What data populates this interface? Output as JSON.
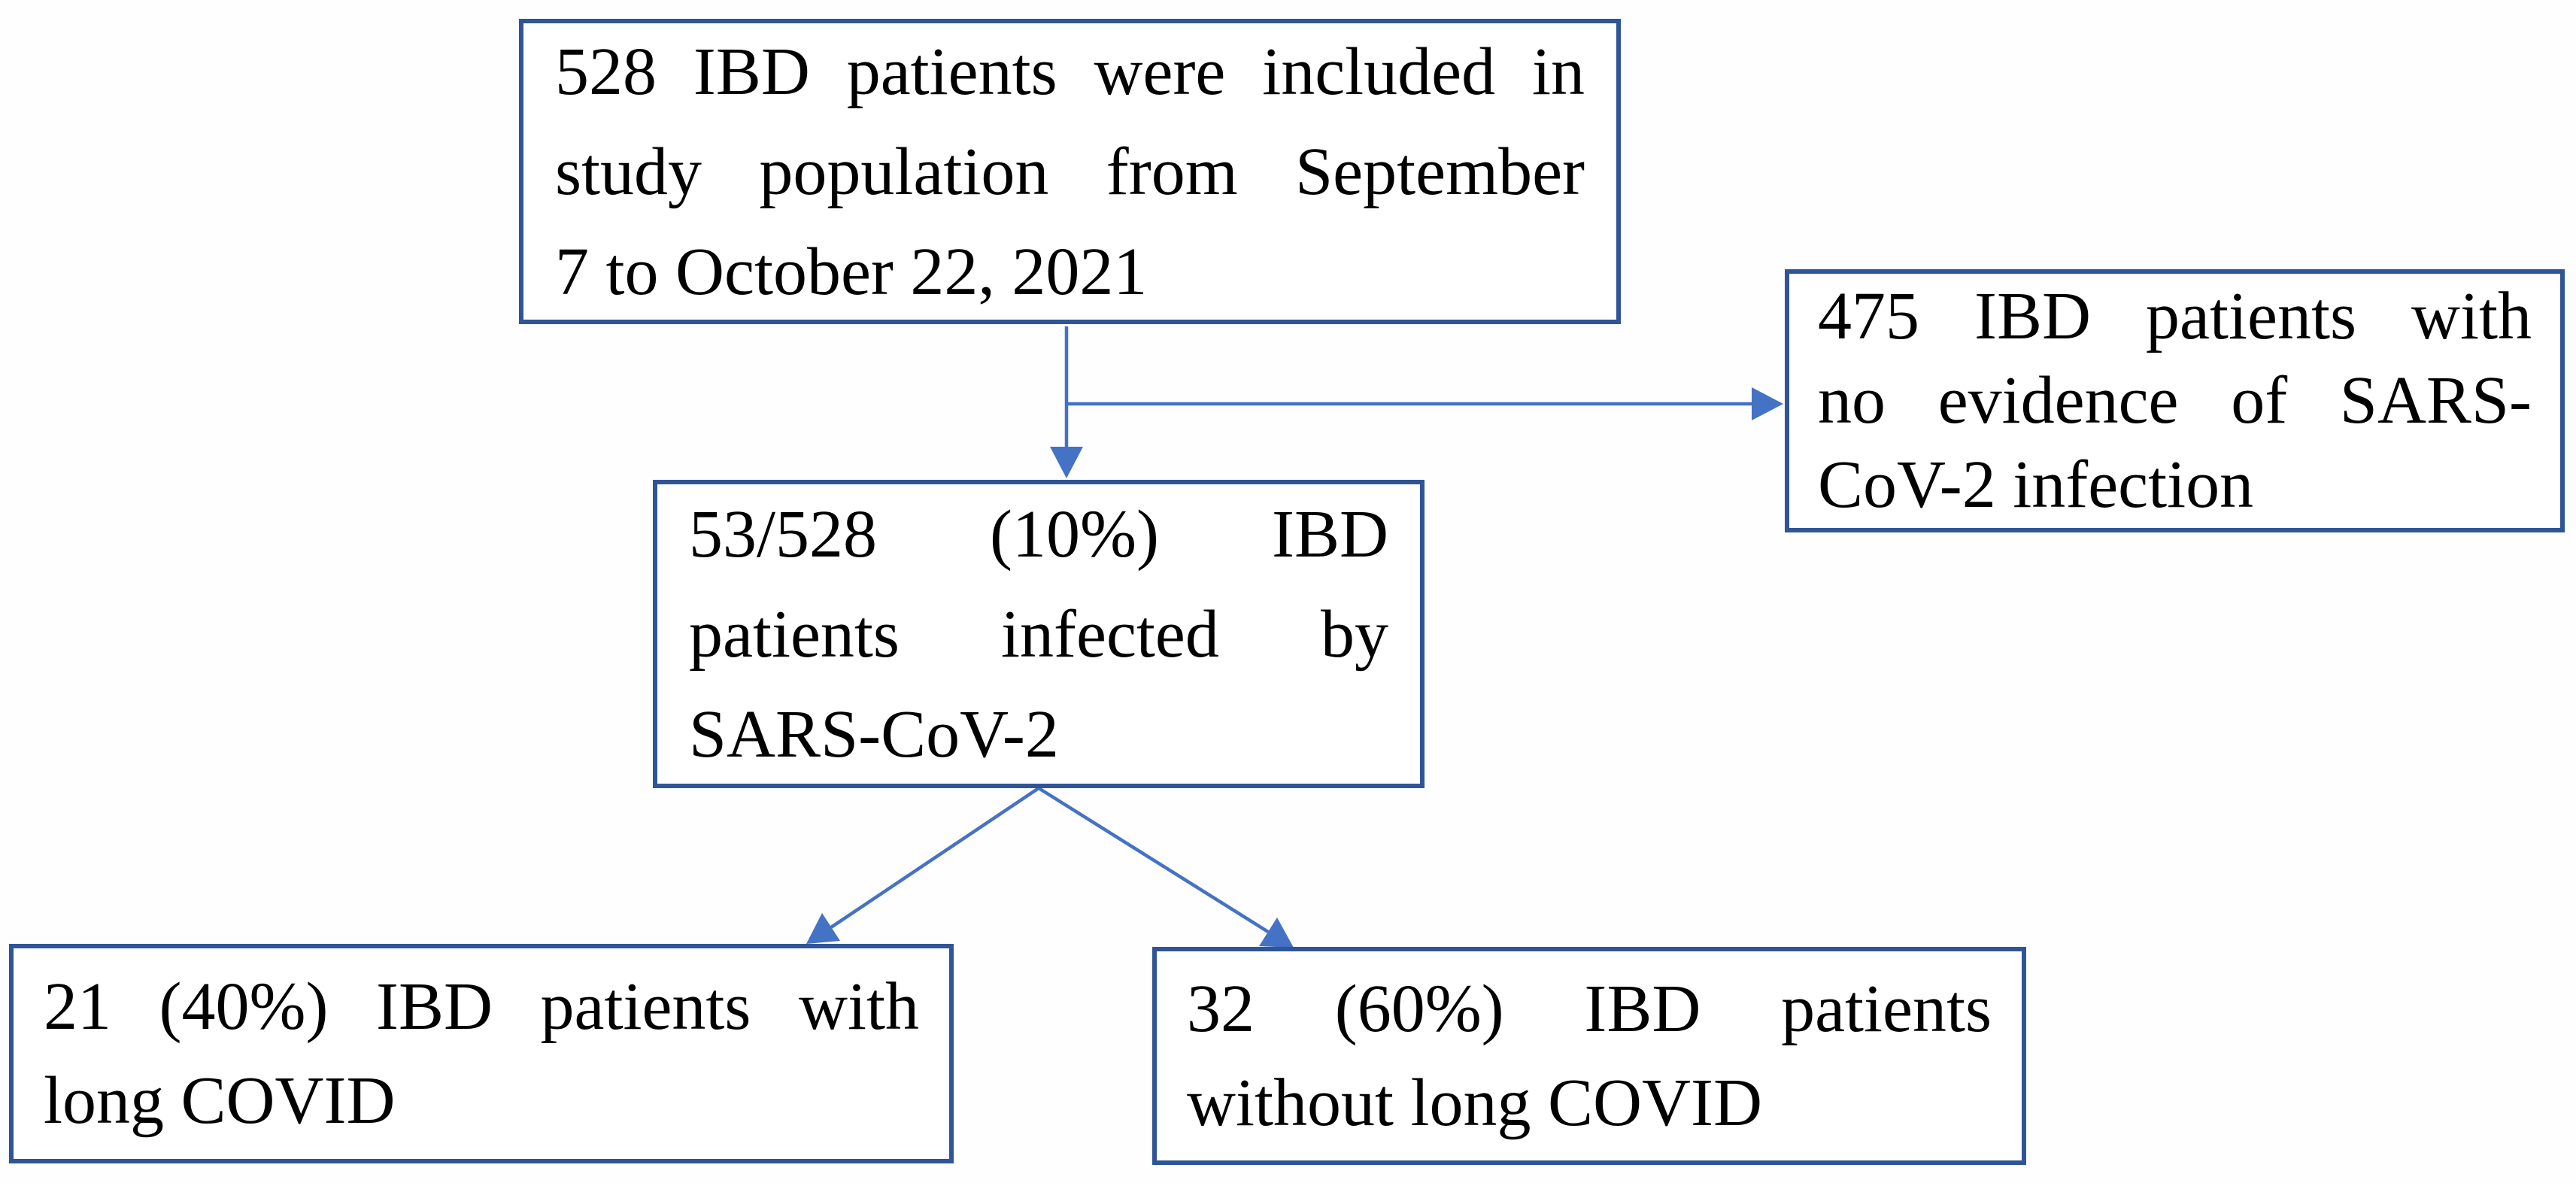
{
  "colors": {
    "box_border": "#2F5597",
    "connector": "#4472C4",
    "text": "#000000",
    "bg": "#FEFEFE"
  },
  "diagram": {
    "type": "flowchart",
    "boxes": {
      "included": {
        "text": "528 IBD patients were included in study population from September 7 to October 22, 2021",
        "lines": [
          "528 IBD patients were included in",
          "study population from September",
          "7 to October 22, 2021"
        ]
      },
      "no_evidence": {
        "text": "475 IBD patients with no evidence of SARS-CoV-2 infection",
        "lines": [
          "475 IBD patients with",
          "no evidence of SARS-",
          "CoV-2 infection"
        ]
      },
      "infected": {
        "text": "53/528 (10%) IBD patients infected by SARS-CoV-2",
        "lines": [
          "53/528 (10%) IBD",
          "patients infected by",
          "SARS-CoV-2"
        ]
      },
      "long_covid": {
        "text": "21 (40%) IBD patients with long COVID",
        "lines": [
          "21 (40%) IBD patients with",
          "long COVID"
        ]
      },
      "no_long_covid": {
        "text": "32 (60%) IBD patients without long COVID",
        "lines": [
          "32 (60%) IBD patients",
          "without long COVID"
        ]
      }
    },
    "connectors": [
      {
        "from": "included",
        "to": "infected",
        "style": "arrow-down"
      },
      {
        "from": "included",
        "to": "no_evidence",
        "style": "arrow-right"
      },
      {
        "from": "infected",
        "to": "long_covid",
        "style": "arrow-diagonal-left"
      },
      {
        "from": "infected",
        "to": "no_long_covid",
        "style": "arrow-diagonal-right"
      }
    ]
  }
}
